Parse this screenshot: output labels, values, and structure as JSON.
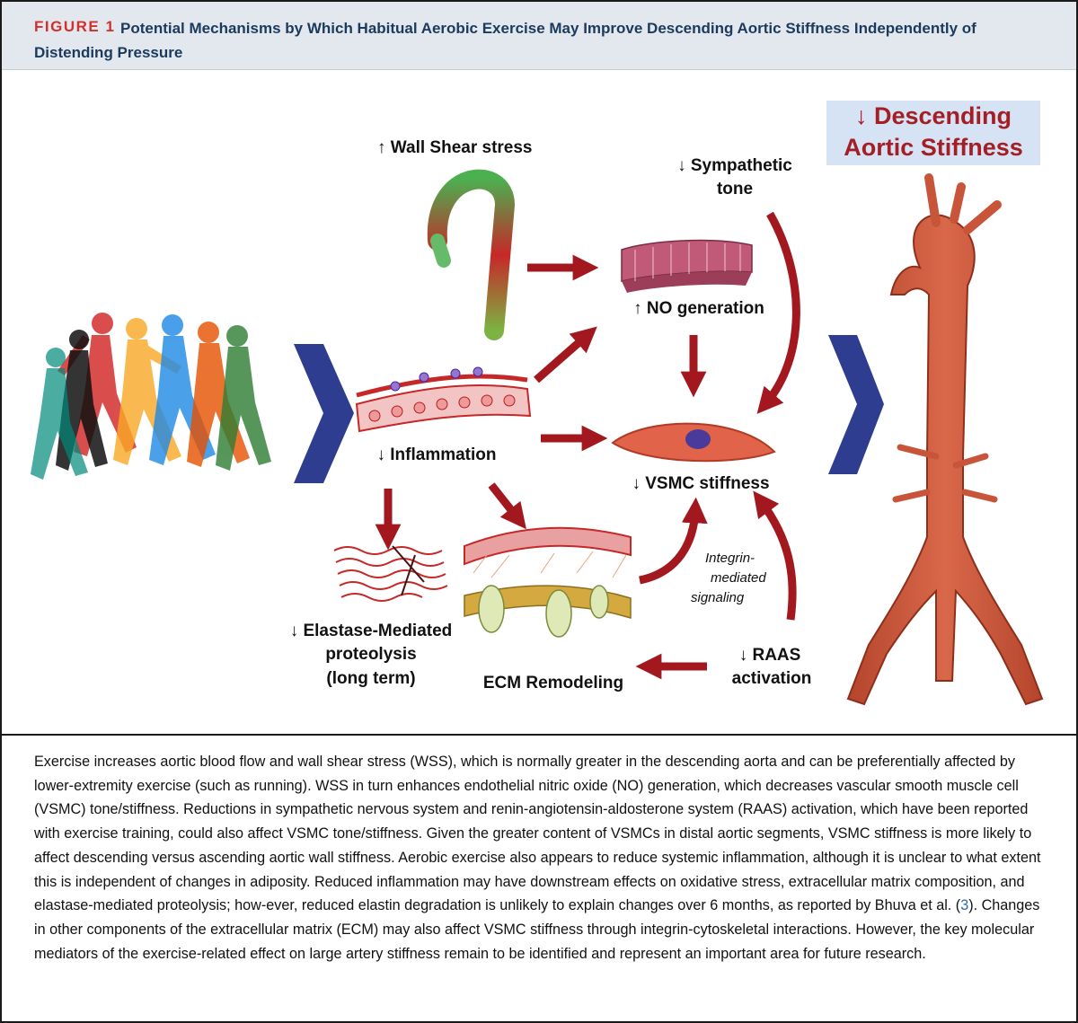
{
  "header": {
    "figure_label": "FIGURE 1",
    "title": "Potential Mechanisms by Which Habitual Aerobic Exercise May Improve Descending Aortic Stiffness Independently of Distending Pressure"
  },
  "diagram": {
    "wall_shear": "↑ Wall Shear stress",
    "sympathetic_line1": "↓ Sympathetic",
    "sympathetic_line2": "tone",
    "outcome_line1": "↓ Descending",
    "outcome_line2": "Aortic Stiffness",
    "no_generation": "↑ NO generation",
    "inflammation": "↓ Inflammation",
    "vsmc": "↓ VSMC stiffness",
    "integrin_line1": "Integrin-",
    "integrin_line2": "mediated",
    "integrin_line3": "signaling",
    "elastase_line1": "↓ Elastase-Mediated",
    "elastase_line2": "proteolysis",
    "elastase_line3": "(long term)",
    "ecm": "ECM Remodeling",
    "raas_line1": "↓ RAAS",
    "raas_line2": "activation",
    "colors": {
      "arrow": "#a3181f",
      "chevron": "#2e3d8f",
      "aorta": "#c8553a",
      "outcome_box": "#d6e3f5"
    }
  },
  "caption": {
    "text_before_ref": "Exercise increases aortic blood flow and wall shear stress (WSS), which is normally greater in the descending aorta and can be preferentially affected by lower-extremity exercise (such as running). WSS in turn enhances endothelial nitric oxide (NO) generation, which decreases vascular smooth muscle cell (VSMC) tone/stiffness. Reductions in sympathetic nervous system and renin-angiotensin-aldosterone system (RAAS) activation, which have been reported with exercise training, could also affect VSMC tone/stiffness. Given the greater content of VSMCs in distal aortic segments, VSMC stiffness is more likely to affect descending versus ascending aortic wall stiffness. Aerobic exercise also appears to reduce systemic inflammation, although it is unclear to what extent this is independent of changes in adiposity. Reduced inflammation may have downstream effects on oxidative stress, extracellular matrix composition, and elastase-mediated proteolysis; how-ever, reduced elastin degradation is unlikely to explain changes over 6 months, as reported by Bhuva et al. (",
    "ref": "3",
    "text_after_ref": "). Changes in other components of the extracellular matrix (ECM) may also affect VSMC stiffness through integrin-cytoskeletal interactions. However, the key molecular mediators of the exercise-related effect on large artery stiffness remain to be identified and represent an important area for future research."
  }
}
